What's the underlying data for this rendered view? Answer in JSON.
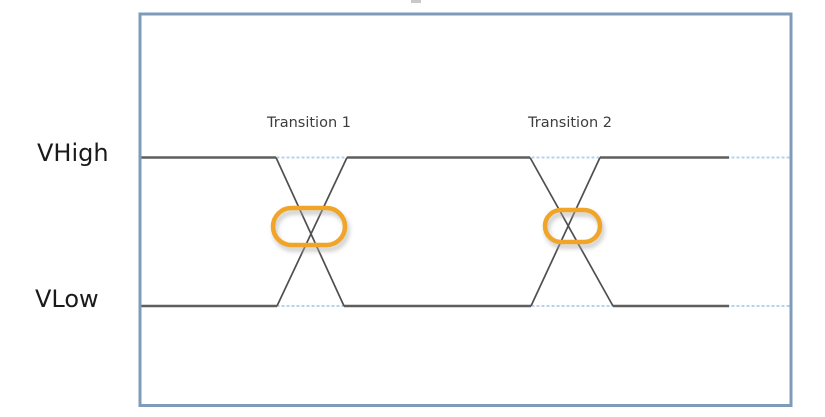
{
  "diagram": {
    "vhigh_label": "VHigh",
    "vlow_label": "VLow",
    "transitions": [
      {
        "label": "Transition 1"
      },
      {
        "label": "Transition 2"
      }
    ],
    "colors": {
      "plot_border": "#7E9CBA",
      "gridline": "#B9D2EA",
      "signal_line": "#5E5E5E",
      "edge_line": "#4F4F4F",
      "highlight_ring": "#F0A428",
      "highlight_shadow": "#A9A9A9",
      "level_label_text": "#1A1A1A",
      "transition_label_text": "#3D3D3D"
    }
  }
}
